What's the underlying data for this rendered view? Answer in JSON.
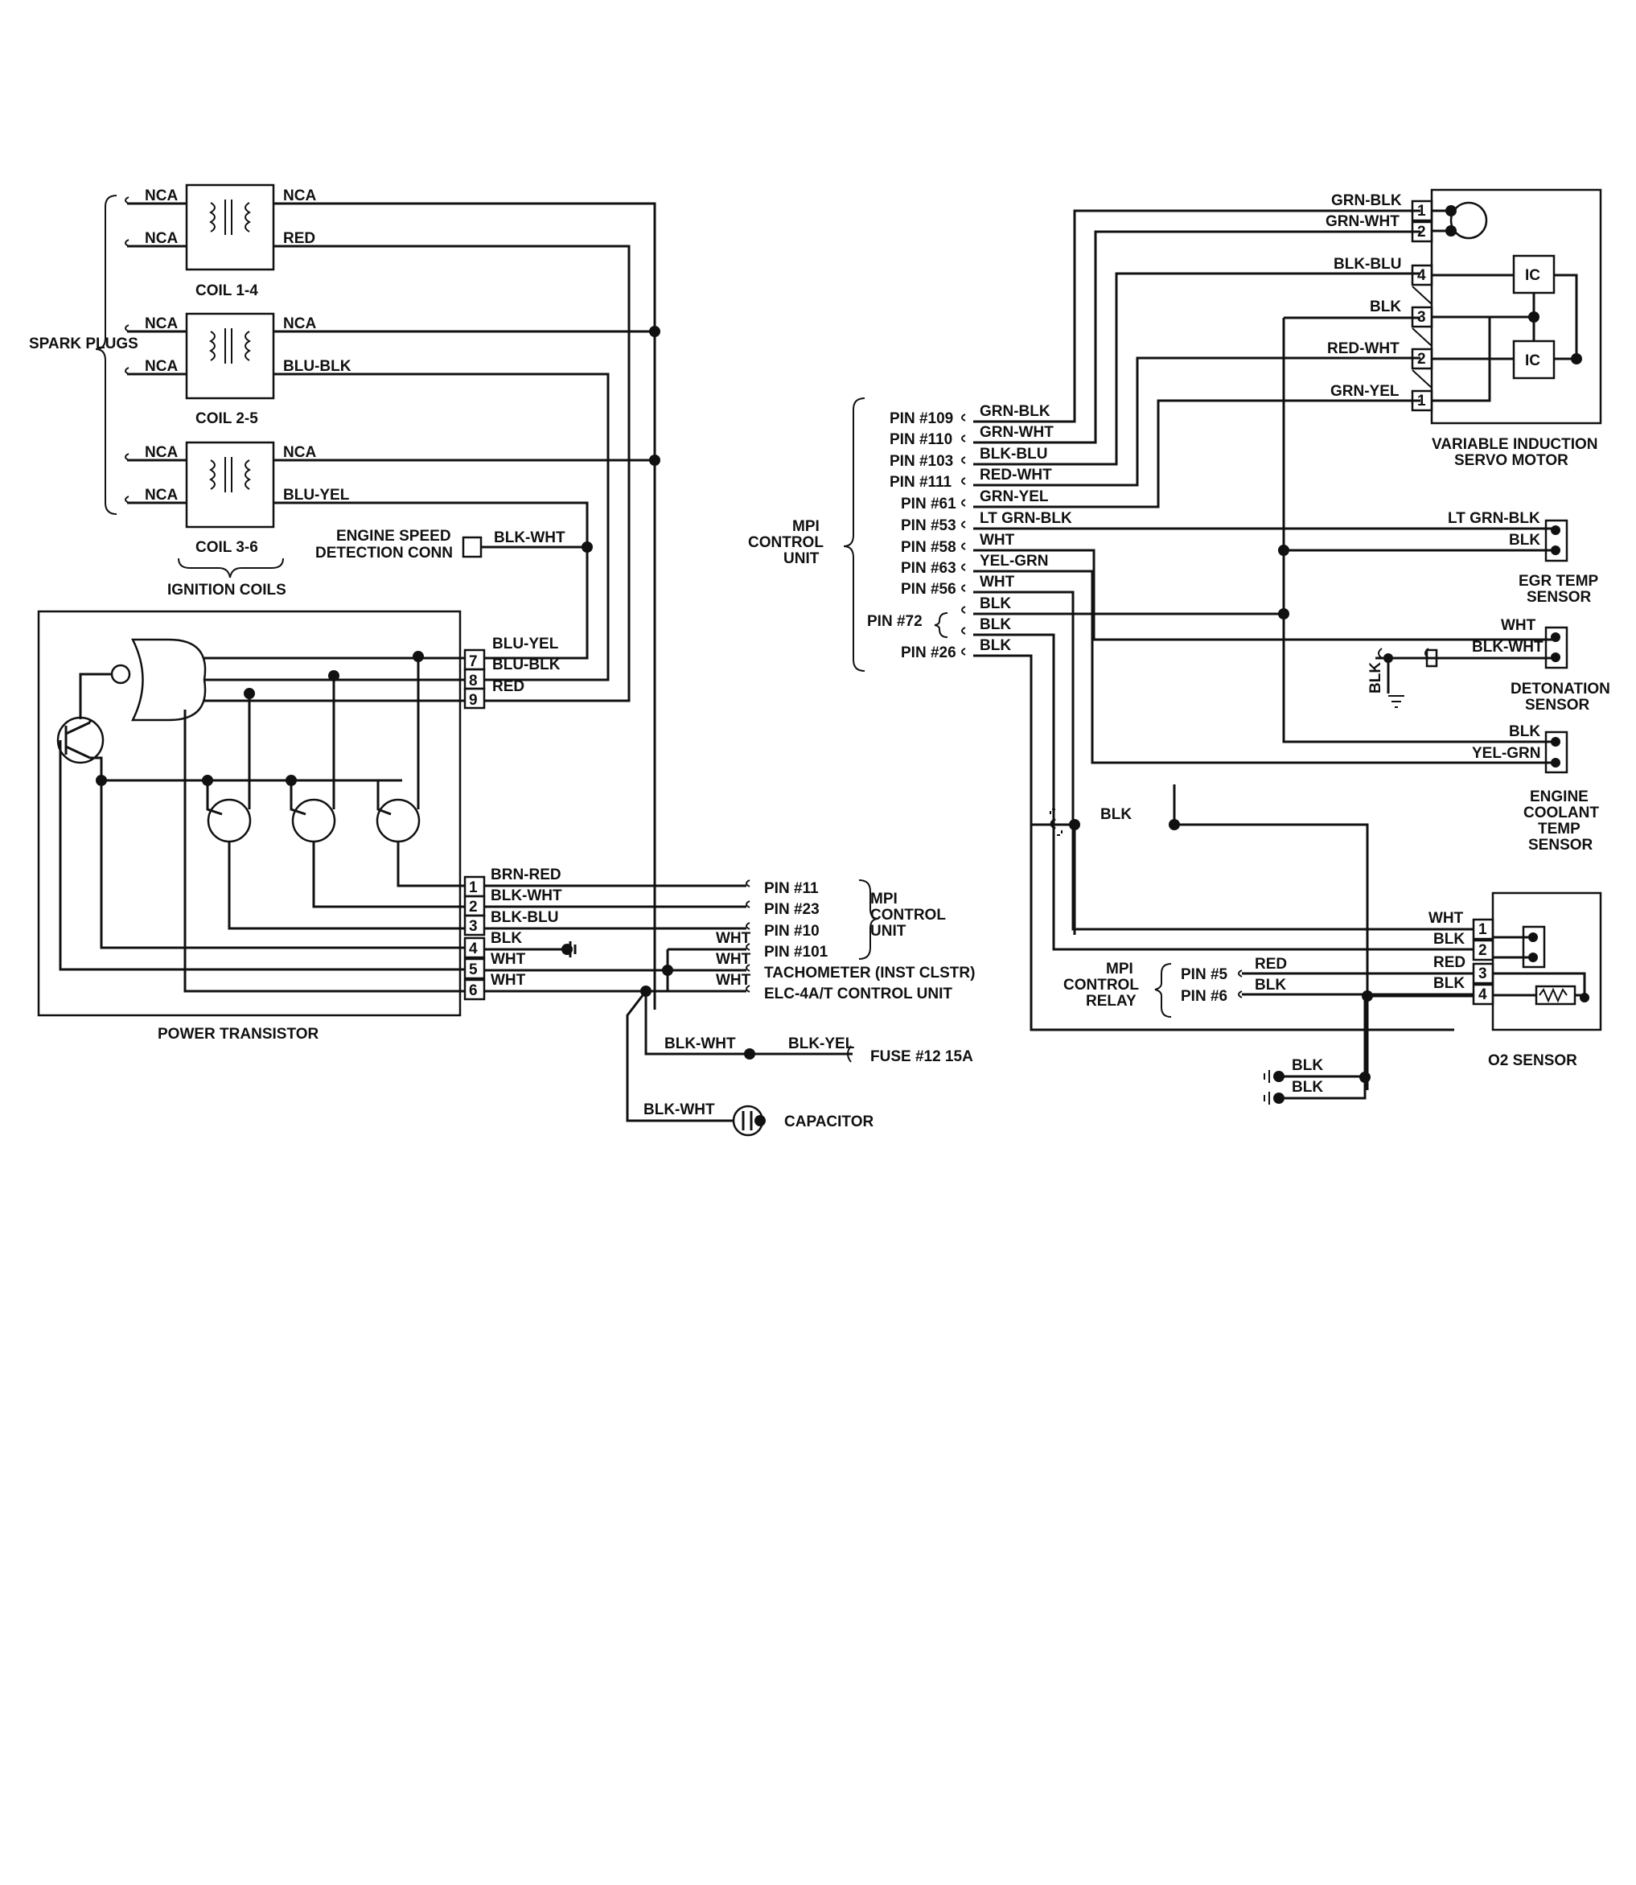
{
  "coils": [
    {
      "title": "COIL 1-4",
      "in_top": "NCA",
      "in_bot": "NCA",
      "out_top": "NCA",
      "out_bot": "RED"
    },
    {
      "title": "COIL 2-5",
      "in_top": "NCA",
      "in_bot": "NCA",
      "out_top": "NCA",
      "out_bot": "BLU-BLK"
    },
    {
      "title": "COIL 3-6",
      "in_top": "NCA",
      "in_bot": "NCA",
      "out_top": "NCA",
      "out_bot": "BLU-YEL"
    }
  ],
  "spark_plugs": "SPARK PLUGS",
  "ignition_coils": "IGNITION COILS",
  "engine_speed_conn": {
    "line1": "ENGINE SPEED",
    "line2": "DETECTION CONN",
    "wire": "BLK-WHT"
  },
  "power_transistor": {
    "title": "POWER TRANSISTOR",
    "top_pins": [
      {
        "num": "7",
        "wire": "BLU-YEL"
      },
      {
        "num": "8",
        "wire": "BLU-BLK"
      },
      {
        "num": "9",
        "wire": "RED"
      }
    ],
    "bottom_pins": [
      {
        "num": "1",
        "wire": "BRN-RED"
      },
      {
        "num": "2",
        "wire": "BLK-WHT"
      },
      {
        "num": "3",
        "wire": "BLK-BLU"
      },
      {
        "num": "4",
        "wire": "BLK"
      },
      {
        "num": "5",
        "wire": "WHT"
      },
      {
        "num": "6",
        "wire": "WHT"
      }
    ]
  },
  "mpi_left": {
    "title": [
      "MPI",
      "CONTROL",
      "UNIT"
    ],
    "pins": [
      "PIN #11",
      "PIN #23",
      "PIN #10",
      "PIN #101"
    ]
  },
  "tach": {
    "wire1": "WHT",
    "wire2": "WHT",
    "wire3": "WHT",
    "label": "TACHOMETER (INST CLSTR)"
  },
  "elc": "ELC-4A/T CONTROL UNIT",
  "fuse": {
    "wire1": "BLK-WHT",
    "wire2": "BLK-YEL",
    "label": "FUSE #12 15A"
  },
  "capacitor": {
    "wire": "BLK-WHT",
    "label": "CAPACITOR"
  },
  "mpi_right": {
    "title": [
      "MPI",
      "CONTROL",
      "UNIT"
    ],
    "rows": [
      {
        "pin": "PIN #109",
        "wire": "GRN-BLK"
      },
      {
        "pin": "PIN #110",
        "wire": "GRN-WHT"
      },
      {
        "pin": "PIN #103",
        "wire": "BLK-BLU"
      },
      {
        "pin": "PIN #111",
        "wire": "RED-WHT"
      },
      {
        "pin": "PIN #61",
        "wire": "GRN-YEL"
      },
      {
        "pin": "PIN #53",
        "wire": "LT GRN-BLK"
      },
      {
        "pin": "PIN #58",
        "wire": "WHT"
      },
      {
        "pin": "PIN #63",
        "wire": "YEL-GRN"
      },
      {
        "pin": "PIN #56",
        "wire": "WHT"
      },
      {
        "pin": "",
        "wire": "BLK"
      },
      {
        "pin": "",
        "wire": "BLK"
      },
      {
        "pin": "PIN #26",
        "wire": "BLK"
      }
    ],
    "pin72": "PIN #72"
  },
  "servo": {
    "title": [
      "VARIABLE INDUCTION",
      "SERVO MOTOR"
    ],
    "ic": "IC",
    "pins": [
      {
        "num": "1",
        "wire": "GRN-BLK"
      },
      {
        "num": "2",
        "wire": "GRN-WHT"
      },
      {
        "num": "4",
        "wire": "BLK-BLU"
      },
      {
        "num": "3",
        "wire": "BLK"
      },
      {
        "num": "2",
        "wire": "RED-WHT"
      },
      {
        "num": "1",
        "wire": "GRN-YEL"
      }
    ]
  },
  "egr": {
    "wire1": "LT GRN-BLK",
    "wire2": "BLK",
    "title": [
      "EGR TEMP",
      "SENSOR"
    ]
  },
  "detonation": {
    "wire1": "WHT",
    "wire2": "BLK-WHT",
    "ground": "BLK",
    "title": [
      "DETONATION",
      "SENSOR"
    ]
  },
  "coolant": {
    "wire1": "BLK",
    "wire2": "YEL-GRN",
    "title": [
      "ENGINE",
      "COOLANT",
      "TEMP",
      "SENSOR"
    ]
  },
  "blk_splice": "BLK",
  "o2": {
    "title": "O2 SENSOR",
    "pins": [
      {
        "num": "1",
        "wire": "WHT"
      },
      {
        "num": "2",
        "wire": "BLK"
      },
      {
        "num": "3",
        "wire": "RED"
      },
      {
        "num": "4",
        "wire": "BLK"
      }
    ]
  },
  "relay": {
    "title": [
      "MPI",
      "CONTROL",
      "RELAY"
    ],
    "pin5": "PIN #5",
    "pin6": "PIN #6",
    "w5": "RED",
    "w6": "BLK"
  },
  "grounds": [
    "BLK",
    "BLK"
  ]
}
